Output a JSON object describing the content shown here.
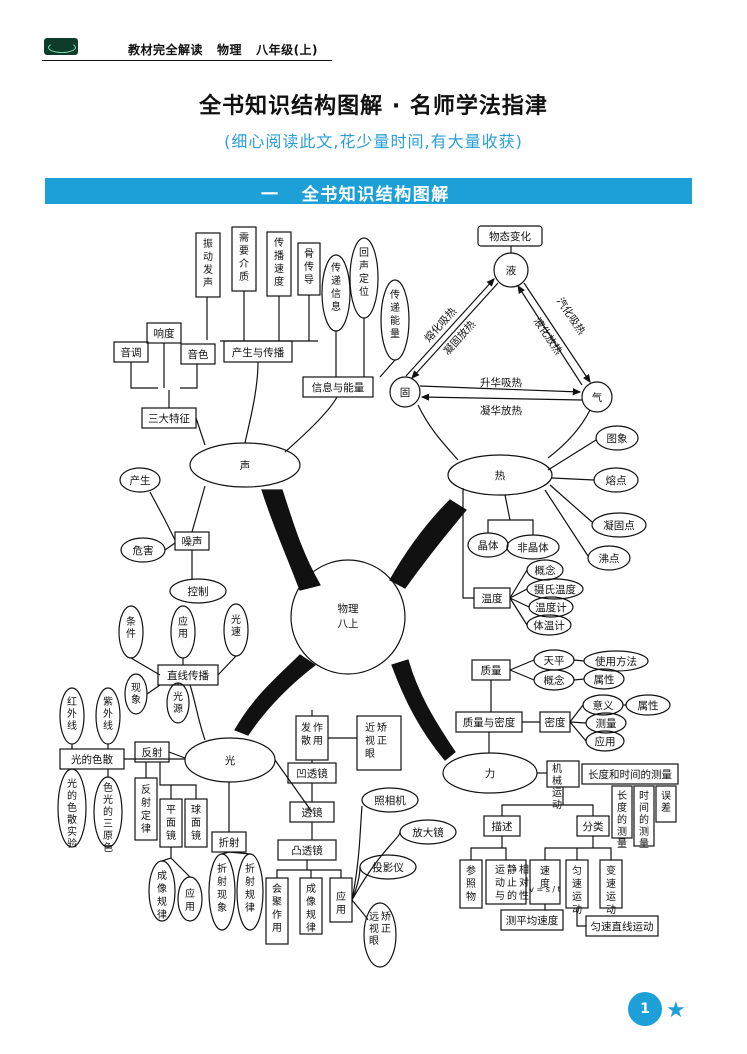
{
  "header": {
    "text": "教材完全解读   物理   八年级(上)"
  },
  "title": "全书知识结构图解 · 名师学法指津",
  "subtitle": "(细心阅读此文,花少量时间,有大量收获)",
  "section": {
    "title": "一   全书知识结构图解"
  },
  "page_number": "1",
  "center": [
    "物理",
    "八上"
  ],
  "sound": {
    "hub": "声",
    "production": "产生与传播",
    "production_items": [
      "振动发声",
      "需要介质",
      "传播速度",
      "骨传导"
    ],
    "info_energy": "信息与能量",
    "info_items": [
      "传递信息",
      "回声定位",
      "传递能量"
    ],
    "features": "三大特征",
    "feature_items": [
      "音调",
      "响度",
      "音色"
    ],
    "noise": "噪声",
    "noise_items": [
      "产生",
      "危害",
      "控制"
    ]
  },
  "heat": {
    "hub": "热",
    "states": {
      "liquid": "液",
      "solid": "固",
      "gas": "气",
      "label": "物态变化"
    },
    "arrows": [
      "熔化吸热",
      "凝固放热",
      "汽化吸热",
      "液化放热",
      "升华吸热",
      "凝华放热"
    ],
    "right_items": [
      "图象",
      "熔点",
      "凝固点",
      "沸点"
    ],
    "crystal": [
      "晶体",
      "非晶体"
    ],
    "temperature": "温度",
    "temp_items": [
      "概念",
      "摄氏温度",
      "温度计",
      "体温计"
    ]
  },
  "light": {
    "hub": "光",
    "straight": "直线传播",
    "straight_items": [
      "条件",
      "应用",
      "光速",
      "现象",
      "光源"
    ],
    "dispersion": "光的色散",
    "dispersion_items": [
      "红外线",
      "紫外线",
      "光的色散实验",
      "色光的三原色"
    ],
    "reflection": "反射",
    "reflection_items": [
      "反射定律",
      "平面镜",
      "球面镜",
      "成像规律",
      "应用"
    ],
    "refraction": "折射",
    "refraction_items": [
      "折射现象",
      "折射规律"
    ],
    "lens": "透镜",
    "concave": "凹透镜",
    "concave_items": [
      "发散作用",
      "近视眼矫正"
    ],
    "convex": "凸透镜",
    "convex_items": [
      "会聚作用",
      "成像规律",
      "应用"
    ],
    "apps": [
      "照相机",
      "放大镜",
      "投影仪",
      "远视眼矫正"
    ]
  },
  "force": {
    "hub": "力",
    "mass": "质量",
    "mass_items": [
      "天平",
      "使用方法",
      "概念",
      "属性"
    ],
    "mass_density": "质量与密度",
    "density": "密度",
    "density_items": [
      "意义",
      "属性",
      "测量",
      "应用"
    ],
    "motion": "机械运动",
    "measure": "长度和时间的测量",
    "measure_items": [
      "长度的测量",
      "时间的测量",
      "误差"
    ],
    "describe": "描述",
    "classify": "分类",
    "describe_items": [
      "参照物",
      "运动与静止的相对性"
    ],
    "speed": "速度",
    "speed_formula": "v = s / t",
    "uniform": "匀速运动",
    "variable": "变速运动",
    "avg_speed": "测平均速度",
    "uniform_linear": "匀速直线运动"
  }
}
